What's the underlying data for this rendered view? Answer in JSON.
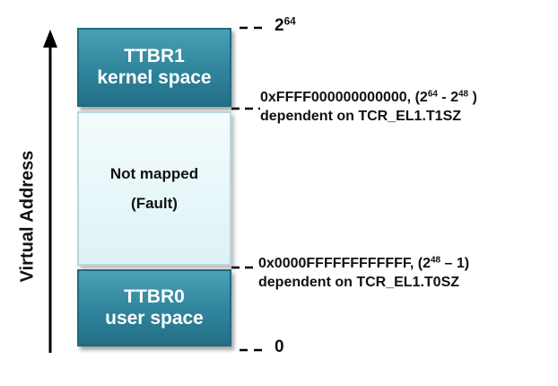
{
  "axis": {
    "label": "Virtual Address"
  },
  "regions": [
    {
      "line1": "TTBR1",
      "line2": "kernel space"
    },
    {
      "line1": "Not mapped",
      "line2": "(Fault)"
    },
    {
      "line1": "TTBR0",
      "line2": "user space"
    }
  ],
  "ticks": {
    "top": {
      "base": "2",
      "exp": "64"
    },
    "bottom": {
      "text": "0"
    }
  },
  "boundaries": {
    "upper": {
      "address": "0xFFFF000000000000,",
      "expr_open": "(2",
      "exp_a": "64",
      "expr_mid": " - 2",
      "exp_b": "48",
      "expr_close": " )",
      "note": "dependent on TCR_EL1.T1SZ"
    },
    "lower": {
      "address": "0x0000FFFFFFFFFFFF,",
      "expr_open": "(2",
      "exp_a": "48",
      "expr_mid": " – 1)",
      "note": "dependent on TCR_EL1.T0SZ"
    }
  },
  "colors": {
    "mapped_fill": "#2f849b",
    "unmapped_fill": "#ddf2f6",
    "text": "#111111"
  }
}
